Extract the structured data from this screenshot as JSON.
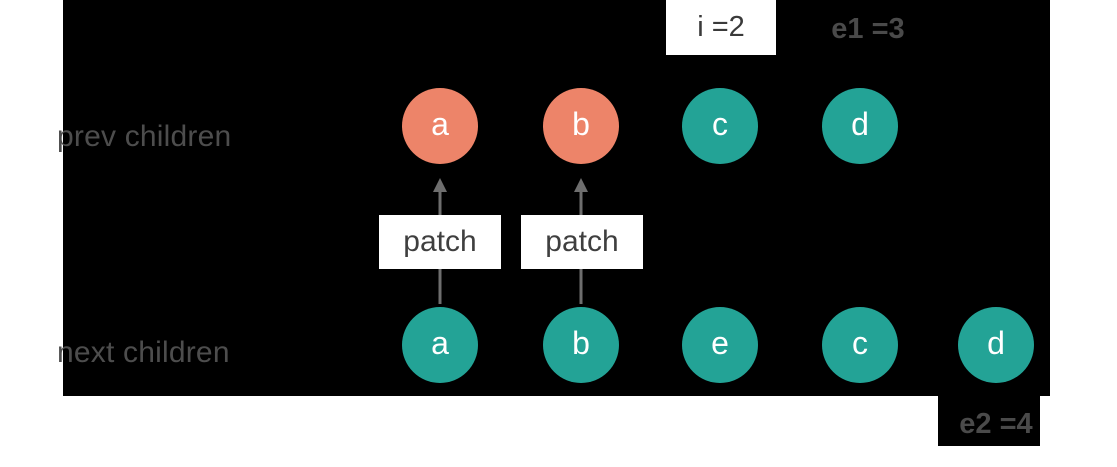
{
  "diagram": {
    "title": "vue diff algorithm patch step",
    "colors": {
      "backdrop": "#000000",
      "salmon": "#ED8469",
      "teal": "#23A396",
      "label_gray": "#4d4d4d",
      "arrow_gray": "#6e6e6e",
      "box_bg": "#ffffff"
    },
    "rows": [
      {
        "id": "prev",
        "label": "prev children",
        "nodes": [
          {
            "letter": "a",
            "color": "salmon"
          },
          {
            "letter": "b",
            "color": "salmon"
          },
          {
            "letter": "c",
            "color": "teal"
          },
          {
            "letter": "d",
            "color": "teal"
          }
        ]
      },
      {
        "id": "next",
        "label": "next children",
        "nodes": [
          {
            "letter": "a",
            "color": "teal"
          },
          {
            "letter": "b",
            "color": "teal"
          },
          {
            "letter": "e",
            "color": "teal"
          },
          {
            "letter": "c",
            "color": "teal"
          },
          {
            "letter": "d",
            "color": "teal"
          }
        ]
      }
    ],
    "connectors": [
      {
        "id": "patch-a",
        "label": "patch"
      },
      {
        "id": "patch-b",
        "label": "patch"
      }
    ],
    "annotations": [
      {
        "id": "i",
        "text": "i =2",
        "style": "boxed"
      },
      {
        "id": "e1",
        "text": "e1 =3",
        "style": "plain"
      },
      {
        "id": "e2",
        "text": "e2 =4",
        "style": "tail"
      }
    ]
  }
}
